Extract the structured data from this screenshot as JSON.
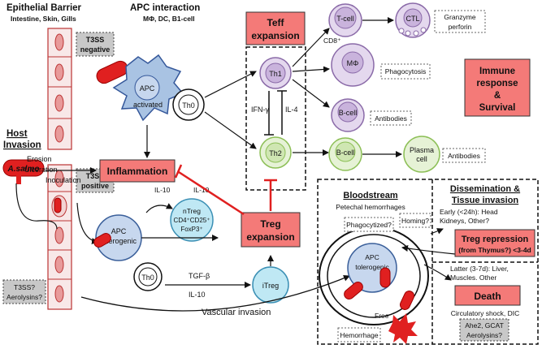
{
  "header": {
    "epithelial_title": "Epithelial Barrier",
    "epithelial_sub": "Intestine, Skin, Gills",
    "apc_title": "APC interaction",
    "apc_sub": "MΦ, DC, B1-cell"
  },
  "t3ss_negative": [
    "T3SS",
    "negative"
  ],
  "t3ss_positive": [
    "T3SS",
    "positive"
  ],
  "t3ss_question": [
    "T3SS?",
    "Aerolysins?"
  ],
  "host_invasion": [
    "Host",
    "Invasion"
  ],
  "pathogen": "A.salmo",
  "entry_routes": [
    "Erosion",
    "Ulceration",
    "Inoculation"
  ],
  "apc_activated": [
    "APC",
    "activated"
  ],
  "th0": "Th0",
  "inflammation": "Inflammation",
  "teff_expansion": [
    "Teff",
    "expansion"
  ],
  "th1": "Th1",
  "th2": "Th2",
  "ifn_gamma": "IFN-γ",
  "il4": "IL-4",
  "tcell": [
    "T-cell",
    "CD8⁺"
  ],
  "ctl": "CTL",
  "granzyme": [
    "Granzyme",
    "perforin"
  ],
  "macrophage": "MΦ",
  "phagocytosis": "Phagocytosis",
  "bcell": "B-cell",
  "antibodies": "Antibodies",
  "plasma_cell": [
    "Plasma",
    "cell"
  ],
  "immune_response": [
    "Immune",
    "response",
    "&",
    "Survival"
  ],
  "il10_a": "IL-10",
  "il10_b": "IL-10",
  "il10_c": "IL-10",
  "tgf_beta": "TGF-β",
  "ntreg": [
    "nTreg",
    "CD4⁺CD25⁺",
    "FoxP3⁺"
  ],
  "apc_tolerogenic": [
    "APC",
    "tolerogenic"
  ],
  "itreg": "iTreg",
  "treg_expansion": [
    "Treg",
    "expansion"
  ],
  "vascular_invasion": "Vascular invasion",
  "bloodstream": "Bloodstream",
  "petechal": "Petechal hemorrhages",
  "phagocytized": "Phagocytized?",
  "homing": "Homing?",
  "free": "Free",
  "hemorrhage": "Hemorrhage",
  "dissemination": [
    "Dissemination &",
    "Tissue invasion"
  ],
  "early": [
    "Early (<24h): Head",
    "Kidneys, Other?"
  ],
  "treg_repression": [
    "Treg repression",
    "(from Thymus?) <3-4d"
  ],
  "latter": [
    "Latter (3-7d): Liver,",
    "Muscles. Other"
  ],
  "death": "Death",
  "circulatory": "Circulatory shock, DIC",
  "ahe2": [
    "Ahe2, GCAT",
    "Aerolysins?"
  ],
  "colors": {
    "salmon_box": "#f47a78",
    "red": "#e02020",
    "purple_fill": "#e4d8ee",
    "purple_stroke": "#8a6aa8",
    "green_fill": "#e6f2d6",
    "green_stroke": "#8cbf56",
    "blue_fill": "#c7d7ee",
    "blue_stroke": "#3a5f9a",
    "cyan_fill": "#bfe8f4",
    "cell_fill": "#f8e8e8"
  }
}
